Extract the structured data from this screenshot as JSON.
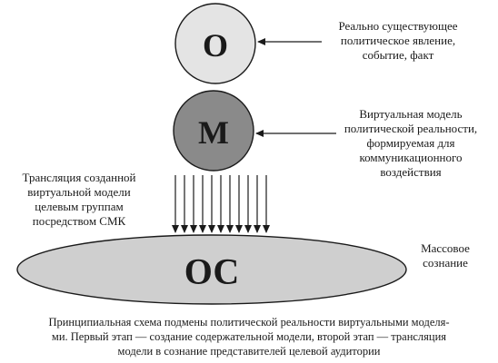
{
  "nodes": {
    "o": {
      "letter": "О"
    },
    "m": {
      "letter": "М"
    },
    "os": {
      "letter": "ОС"
    }
  },
  "labels": {
    "o": [
      "Реально существующее",
      "политическое явление,",
      "событие, факт"
    ],
    "m": [
      "Виртуальная модель",
      "политической реальности,",
      "формируемая для",
      "коммуникационного",
      "воздействия"
    ],
    "translation": [
      "Трансляция созданной",
      "виртуальной модели",
      "целевым группам",
      "посредством СМК"
    ],
    "mass": [
      "Массовое",
      "сознание"
    ]
  },
  "caption": [
    "Принципиальная схема подмены политической реальности виртуальными моделя-",
    "ми. Первый этап — создание содержательной модели, второй этап — трансляция",
    "модели в сознание представителей целевой аудитории"
  ],
  "colors": {
    "o_fill": "#e4e4e4",
    "m_fill": "#8a8a8a",
    "os_fill": "#cfcfcf",
    "stroke": "#1a1a1a"
  }
}
